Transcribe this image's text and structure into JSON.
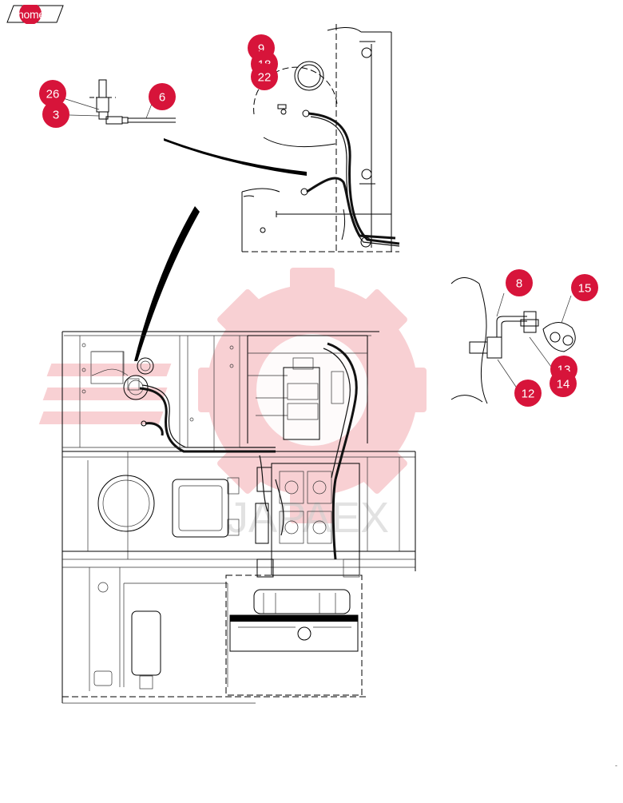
{
  "home_button": {
    "label": "home"
  },
  "watermark": {
    "text": "JAPAEX"
  },
  "callouts": [
    {
      "id": "c8",
      "label": "8"
    },
    {
      "id": "c15",
      "label": "15"
    },
    {
      "id": "c13",
      "label": "13"
    },
    {
      "id": "c14",
      "label": "14"
    },
    {
      "id": "c12",
      "label": "12"
    },
    {
      "id": "c26",
      "label": "26"
    },
    {
      "id": "c3",
      "label": "3"
    },
    {
      "id": "c6",
      "label": "6"
    },
    {
      "id": "c10",
      "label": "9"
    },
    {
      "id": "c11",
      "label": "18"
    },
    {
      "id": "c22",
      "label": "22"
    }
  ],
  "colors": {
    "callout_red": "#d7143a",
    "watermark_red": "#f7c9cc",
    "line": "#000000"
  },
  "corner_mark": "-"
}
